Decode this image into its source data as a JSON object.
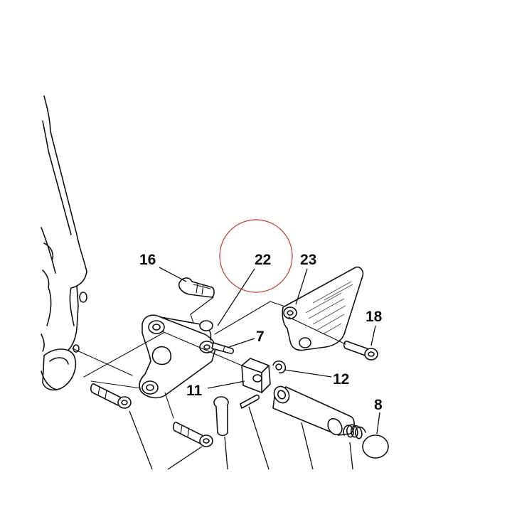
{
  "callouts": {
    "c16": "16",
    "c22": "22",
    "c23": "23",
    "c18": "18",
    "c7": "7",
    "c12": "12",
    "c11": "11",
    "c8": "8"
  },
  "highlight": {
    "color": "#c0393b",
    "target": "22"
  },
  "colors": {
    "line": "#111111",
    "background": "#ffffff"
  }
}
